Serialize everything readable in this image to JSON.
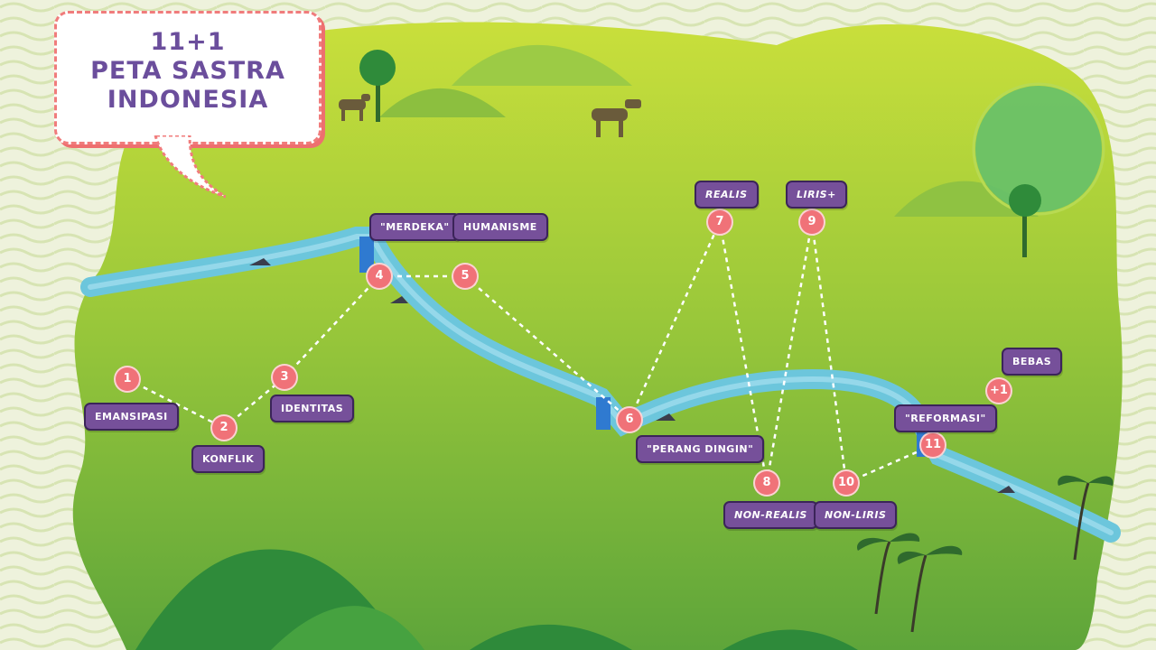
{
  "title": {
    "line1": "11+1",
    "line2": "PETA SASTRA",
    "line3": "INDONESIA"
  },
  "colors": {
    "land": "#9cc93a",
    "river": "#6cc6dc",
    "label_bg": "#76509a",
    "node": "#f07278",
    "title_text": "#6b4e9c"
  },
  "nodes": [
    {
      "id": "1",
      "label": "1"
    },
    {
      "id": "2",
      "label": "2"
    },
    {
      "id": "3",
      "label": "3"
    },
    {
      "id": "4",
      "label": "4"
    },
    {
      "id": "5",
      "label": "5"
    },
    {
      "id": "6",
      "label": "6"
    },
    {
      "id": "7",
      "label": "7"
    },
    {
      "id": "8",
      "label": "8"
    },
    {
      "id": "9",
      "label": "9"
    },
    {
      "id": "10",
      "label": "10"
    },
    {
      "id": "11",
      "label": "11"
    },
    {
      "id": "plus1",
      "label": "+1"
    }
  ],
  "labels": {
    "emansipasi": "EMANSIPASI",
    "konflik": "KONFLIK",
    "identitas": "IDENTITAS",
    "merdeka": "\"MERDEKA\"",
    "humanisme": "HUMANISME",
    "perang_dingin": "\"PERANG DINGIN\"",
    "realis": "REALIS",
    "non_realis": "NON-REALIS",
    "liris": "LIRIS+",
    "non_liris": "NON-LIRIS",
    "reformasi": "\"REFORMASI\"",
    "bebas": "BEBAS"
  }
}
